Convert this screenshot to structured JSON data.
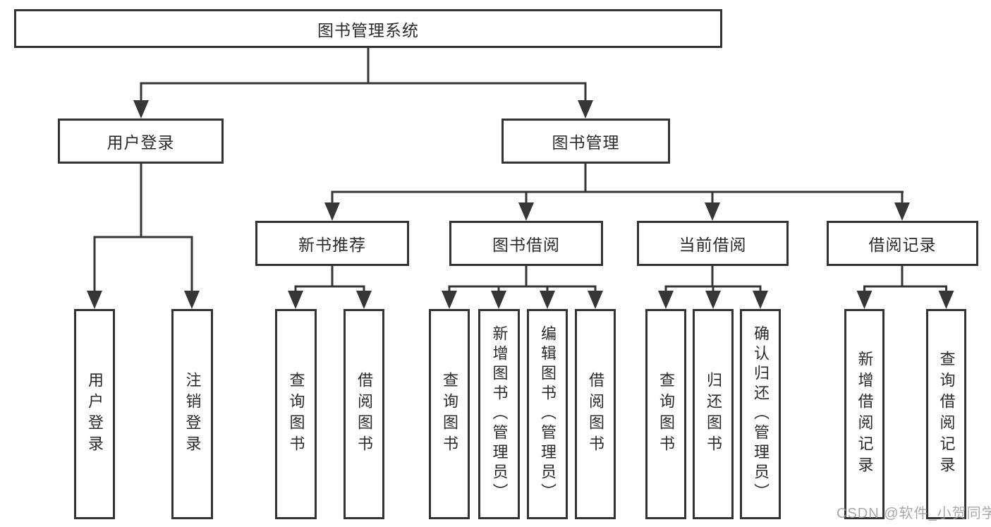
{
  "diagram": {
    "root": {
      "label": "图书管理系统"
    },
    "level2": {
      "user_login": {
        "label": "用户登录"
      },
      "book_mgmt": {
        "label": "图书管理"
      }
    },
    "level3": {
      "new_book_rec": {
        "label": "新书推荐"
      },
      "book_borrow": {
        "label": "图书借阅"
      },
      "current_borrow": {
        "label": "当前借阅"
      },
      "borrow_record": {
        "label": "借阅记录"
      }
    },
    "leaves": {
      "user_login": "用户登录",
      "logout": "注销登录",
      "rec_query_book": "查询图书",
      "rec_borrow_book": "借阅图书",
      "borrow_query_book": "查询图书",
      "borrow_add_book": "新增图书（管理员）",
      "borrow_edit_book": "编辑图书（管理员）",
      "borrow_borrow_book": "借阅图书",
      "current_query_book": "查询图书",
      "current_return_book": "归还图书",
      "current_confirm_return": "确认归还（管理员）",
      "record_add": "新增借阅记录",
      "record_query": "查询借阅记录"
    },
    "colors": {
      "line": "#363636",
      "box_border": "#333333",
      "box_background": "#ffffff",
      "text": "#2b2b2b",
      "watermark": "#9b9b9b"
    },
    "watermark": "CSDN @软件_小贺同学"
  }
}
